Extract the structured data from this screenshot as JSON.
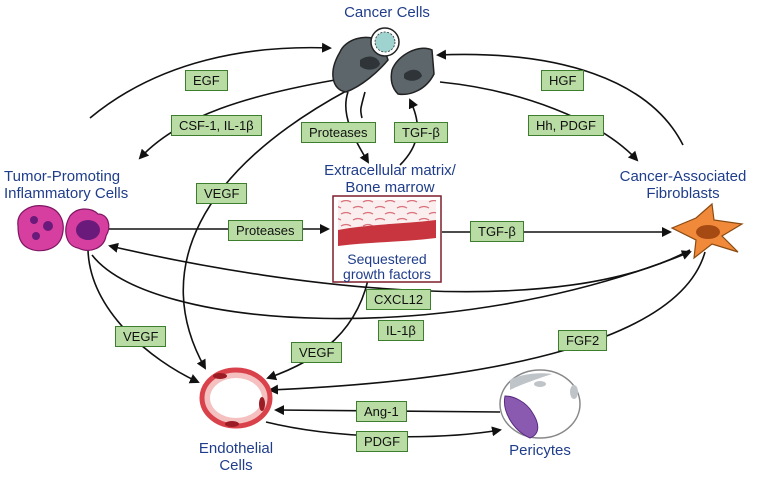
{
  "nodes": {
    "cancer_cells": "Cancer Cells",
    "inflammatory_line1": "Tumor-Promoting",
    "inflammatory_line2": "Inflammatory Cells",
    "ecm_line1": "Extracellular matrix/",
    "ecm_line2": "Bone marrow",
    "sequestered_line1": "Sequestered",
    "sequestered_line2": "growth factors",
    "fibroblasts_line1": "Cancer-Associated",
    "fibroblasts_line2": "Fibroblasts",
    "endothelial_line1": "Endothelial",
    "endothelial_line2": "Cells",
    "pericytes": "Pericytes"
  },
  "signals": {
    "egf": "EGF",
    "csf1_il1b": "CSF-1, IL-1β",
    "hgf": "HGF",
    "hh_pdgf": "Hh, PDGF",
    "proteases_top": "Proteases",
    "tgfb_top": "TGF-β",
    "vegf_cancer": "VEGF",
    "proteases_mid": "Proteases",
    "tgfb_mid": "TGF-β",
    "cxcl12": "CXCL12",
    "il1b": "IL-1β",
    "vegf_left": "VEGF",
    "vegf_ecm": "VEGF",
    "fgf2": "FGF2",
    "ang1": "Ang-1",
    "pdgf": "PDGF"
  },
  "colors": {
    "node_text": "#1f3d8a",
    "label_fill": "#b9dca4",
    "label_border": "#3c7d2e",
    "cancer_cell": "#5d666b",
    "inflammatory_cell": "#d63fa0",
    "fibroblast": "#f08a3a",
    "endothelial": "#d9424a",
    "pericyte": "#8a5ab0",
    "ecm_border": "#7d1f2c"
  }
}
